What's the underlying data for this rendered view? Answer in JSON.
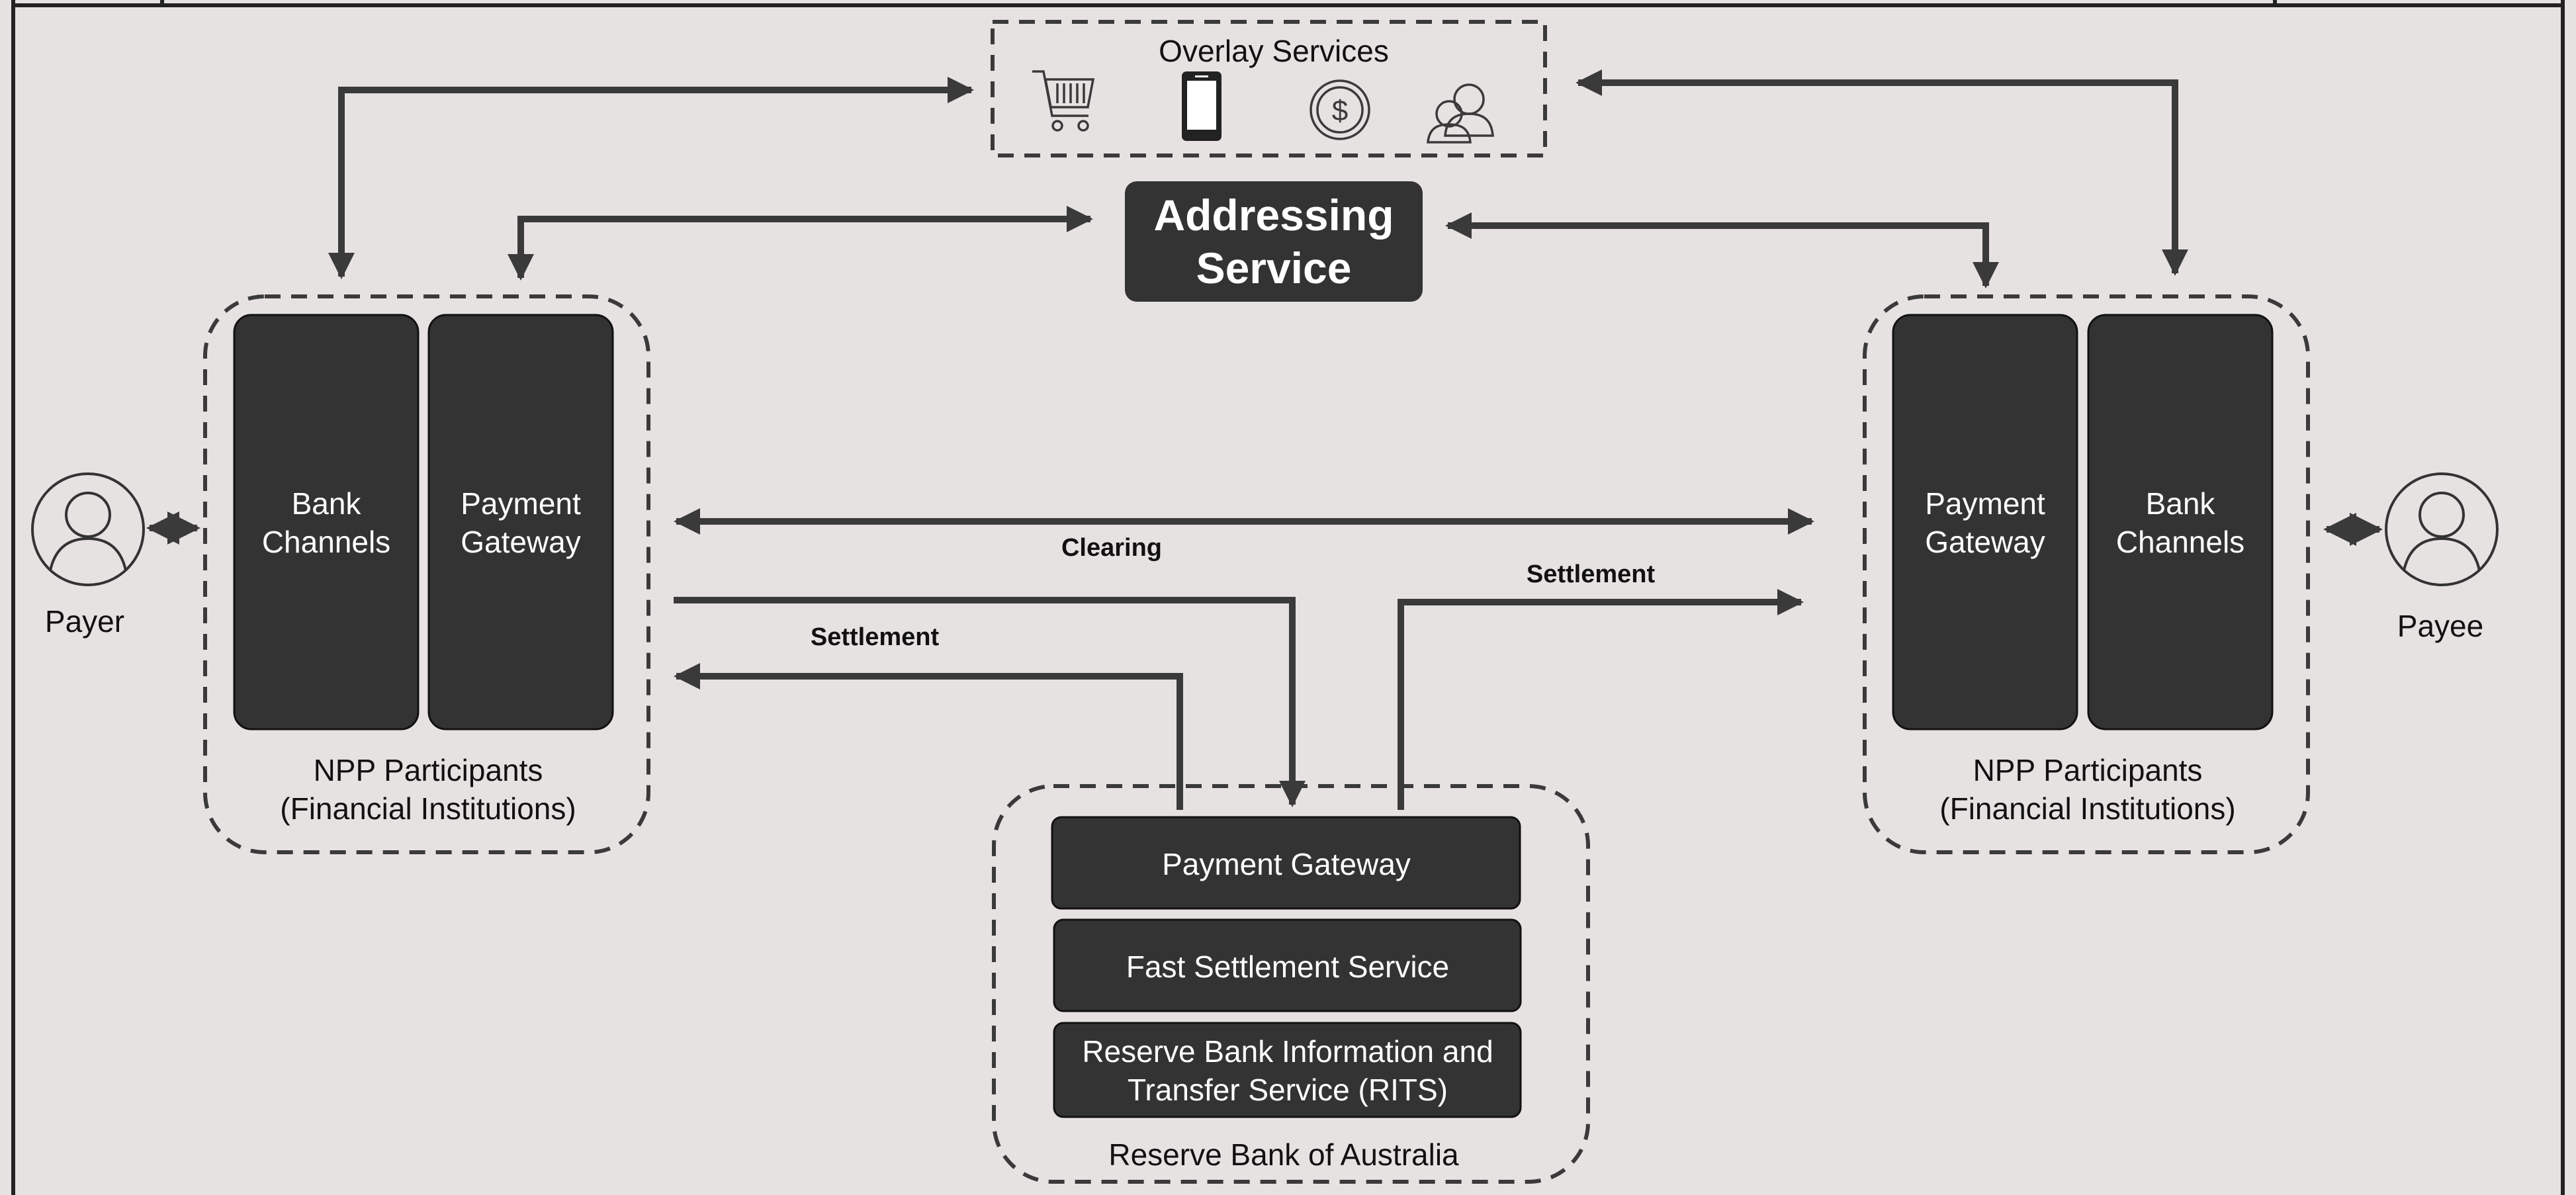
{
  "overlay": {
    "title": "Overlay Services",
    "icons": [
      "shopping-cart-icon",
      "smartphone-icon",
      "dollar-coin-icon",
      "users-icon"
    ]
  },
  "addressing": {
    "line1": "Addressing",
    "line2": "Service"
  },
  "payer": {
    "label": "Payer"
  },
  "payee": {
    "label": "Payee"
  },
  "left_participants": {
    "bank_channels": {
      "line1": "Bank",
      "line2": "Channels"
    },
    "payment_gateway": {
      "line1": "Payment",
      "line2": "Gateway"
    },
    "caption1": "NPP Participants",
    "caption2": "(Financial Institutions)"
  },
  "right_participants": {
    "payment_gateway": {
      "line1": "Payment",
      "line2": "Gateway"
    },
    "bank_channels": {
      "line1": "Bank",
      "line2": "Channels"
    },
    "caption1": "NPP Participants",
    "caption2": "(Financial Institutions)"
  },
  "flows": {
    "clearing": "Clearing",
    "settlement_left": "Settlement",
    "settlement_right": "Settlement"
  },
  "rba": {
    "payment_gateway": "Payment Gateway",
    "fast_settlement": "Fast Settlement Service",
    "rits_line1": "Reserve Bank Information and",
    "rits_line2": "Transfer Service (RITS)",
    "caption": "Reserve Bank of Australia"
  },
  "colors": {
    "background": "#e7e2e2",
    "block": "#333333",
    "line": "#3a3a3a"
  }
}
